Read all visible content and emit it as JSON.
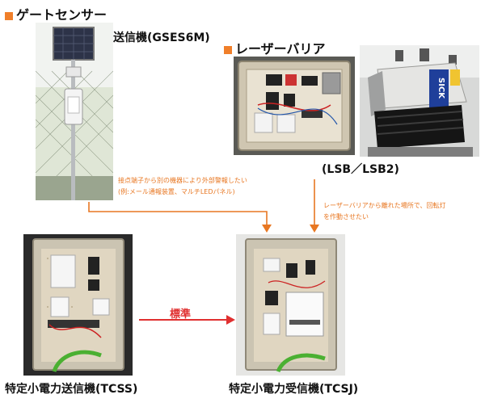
{
  "gate_sensor": {
    "heading": "ゲートセンサー",
    "transmitter_label": "送信機(GSES6M)"
  },
  "laser_barrier": {
    "heading": "レーザーバリア",
    "model_label": "(LSB／LSB2)",
    "brand": "SICK"
  },
  "notes": {
    "external_alarm_line1": "接点端子から別の機器により外部警報したい",
    "external_alarm_line2": "(例:メール通報装置、マルチLEDパネル)",
    "remote_light_line1": "レーザーバリアから離れた場所で、回転灯",
    "remote_light_line2": "を作動させたい"
  },
  "standard_label": "標準",
  "tcss_label": "特定小電力送信機(TCSS)",
  "tcsj_label": "特定小電力受信機(TCSJ)",
  "colors": {
    "accent_orange": "#e87722",
    "bullet_orange": "#f07f2a",
    "standard_red": "#e03030"
  }
}
